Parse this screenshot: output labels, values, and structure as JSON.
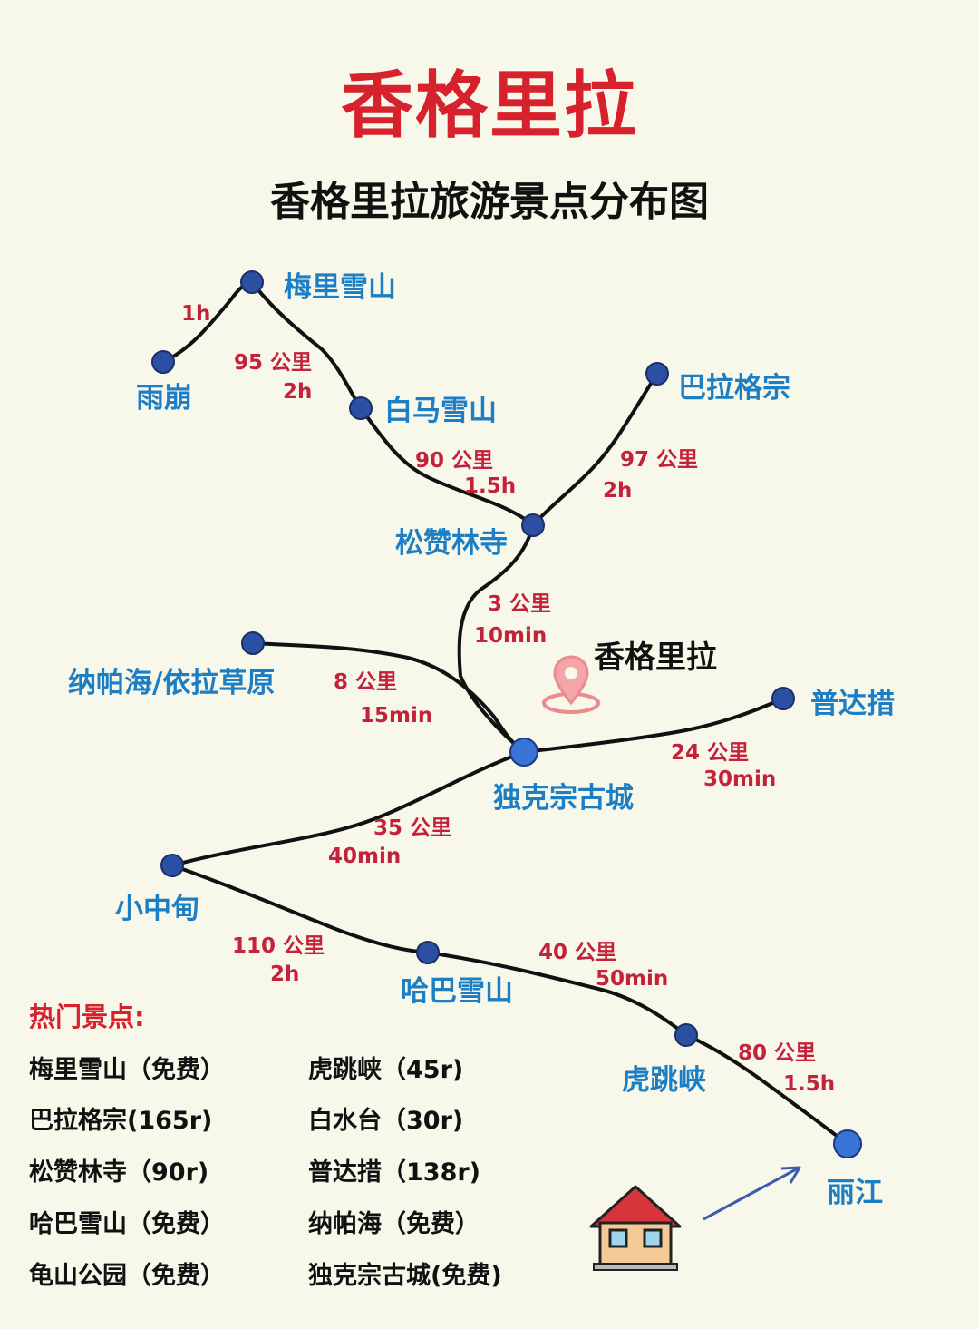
{
  "header": {
    "title": "香格里拉",
    "subtitle": "香格里拉旅游景点分布图"
  },
  "colors": {
    "title": "#d7212c",
    "place_label": "#1c7ec4",
    "distance_label": "#c4223a",
    "node": "#2b4fa3",
    "route": "#111111",
    "arrow": "#3b5cb0"
  },
  "map": {
    "places": {
      "meili": "梅里雪山",
      "yubeng": "雨崩",
      "baima": "白马雪山",
      "balagezong": "巴拉格宗",
      "songzanlin": "松赞林寺",
      "shangrila": "香格里拉",
      "napahai": "纳帕海/依拉草原",
      "pudacuo": "普达措",
      "dukezong": "独克宗古城",
      "xiaozhongdian": "小中甸",
      "haba": "哈巴雪山",
      "hutiaoxia": "虎跳峡",
      "lijiang": "丽江"
    },
    "segments": {
      "yubeng_meili": {
        "time": "1h"
      },
      "meili_baima": {
        "distance": "95 公里",
        "time": "2h"
      },
      "baima_songzanlin": {
        "distance": "90 公里",
        "time": "1.5h"
      },
      "balagezong_songzanlin": {
        "distance": "97 公里",
        "time": "2h"
      },
      "songzanlin_dukezong": {
        "distance": "3 公里",
        "time": "10min"
      },
      "napahai_dukezong": {
        "distance": "8 公里",
        "time": "15min"
      },
      "pudacuo_dukezong": {
        "distance": "24 公里",
        "time": "30min"
      },
      "dukezong_xiaozhongdian": {
        "distance": "35 公里",
        "time": "40min"
      },
      "xiaozhongdian_haba": {
        "distance": "110 公里",
        "time": "2h"
      },
      "haba_hutiaoxia": {
        "distance": "40 公里",
        "time": "50min"
      },
      "hutiaoxia_lijiang": {
        "distance": "80 公里",
        "time": "1.5h"
      }
    },
    "icons": [
      "location-pin-icon",
      "house-icon",
      "arrow-icon"
    ]
  },
  "popular": {
    "title": "热门景点:",
    "left": [
      "梅里雪山（免费）",
      "巴拉格宗(165r)",
      "松赞林寺（90r)",
      "哈巴雪山（免费）",
      "龟山公园（免费）"
    ],
    "right": [
      "虎跳峡（45r)",
      "白水台（30r)",
      "普达措（138r)",
      "纳帕海（免费）",
      "独克宗古城(免费)"
    ]
  }
}
